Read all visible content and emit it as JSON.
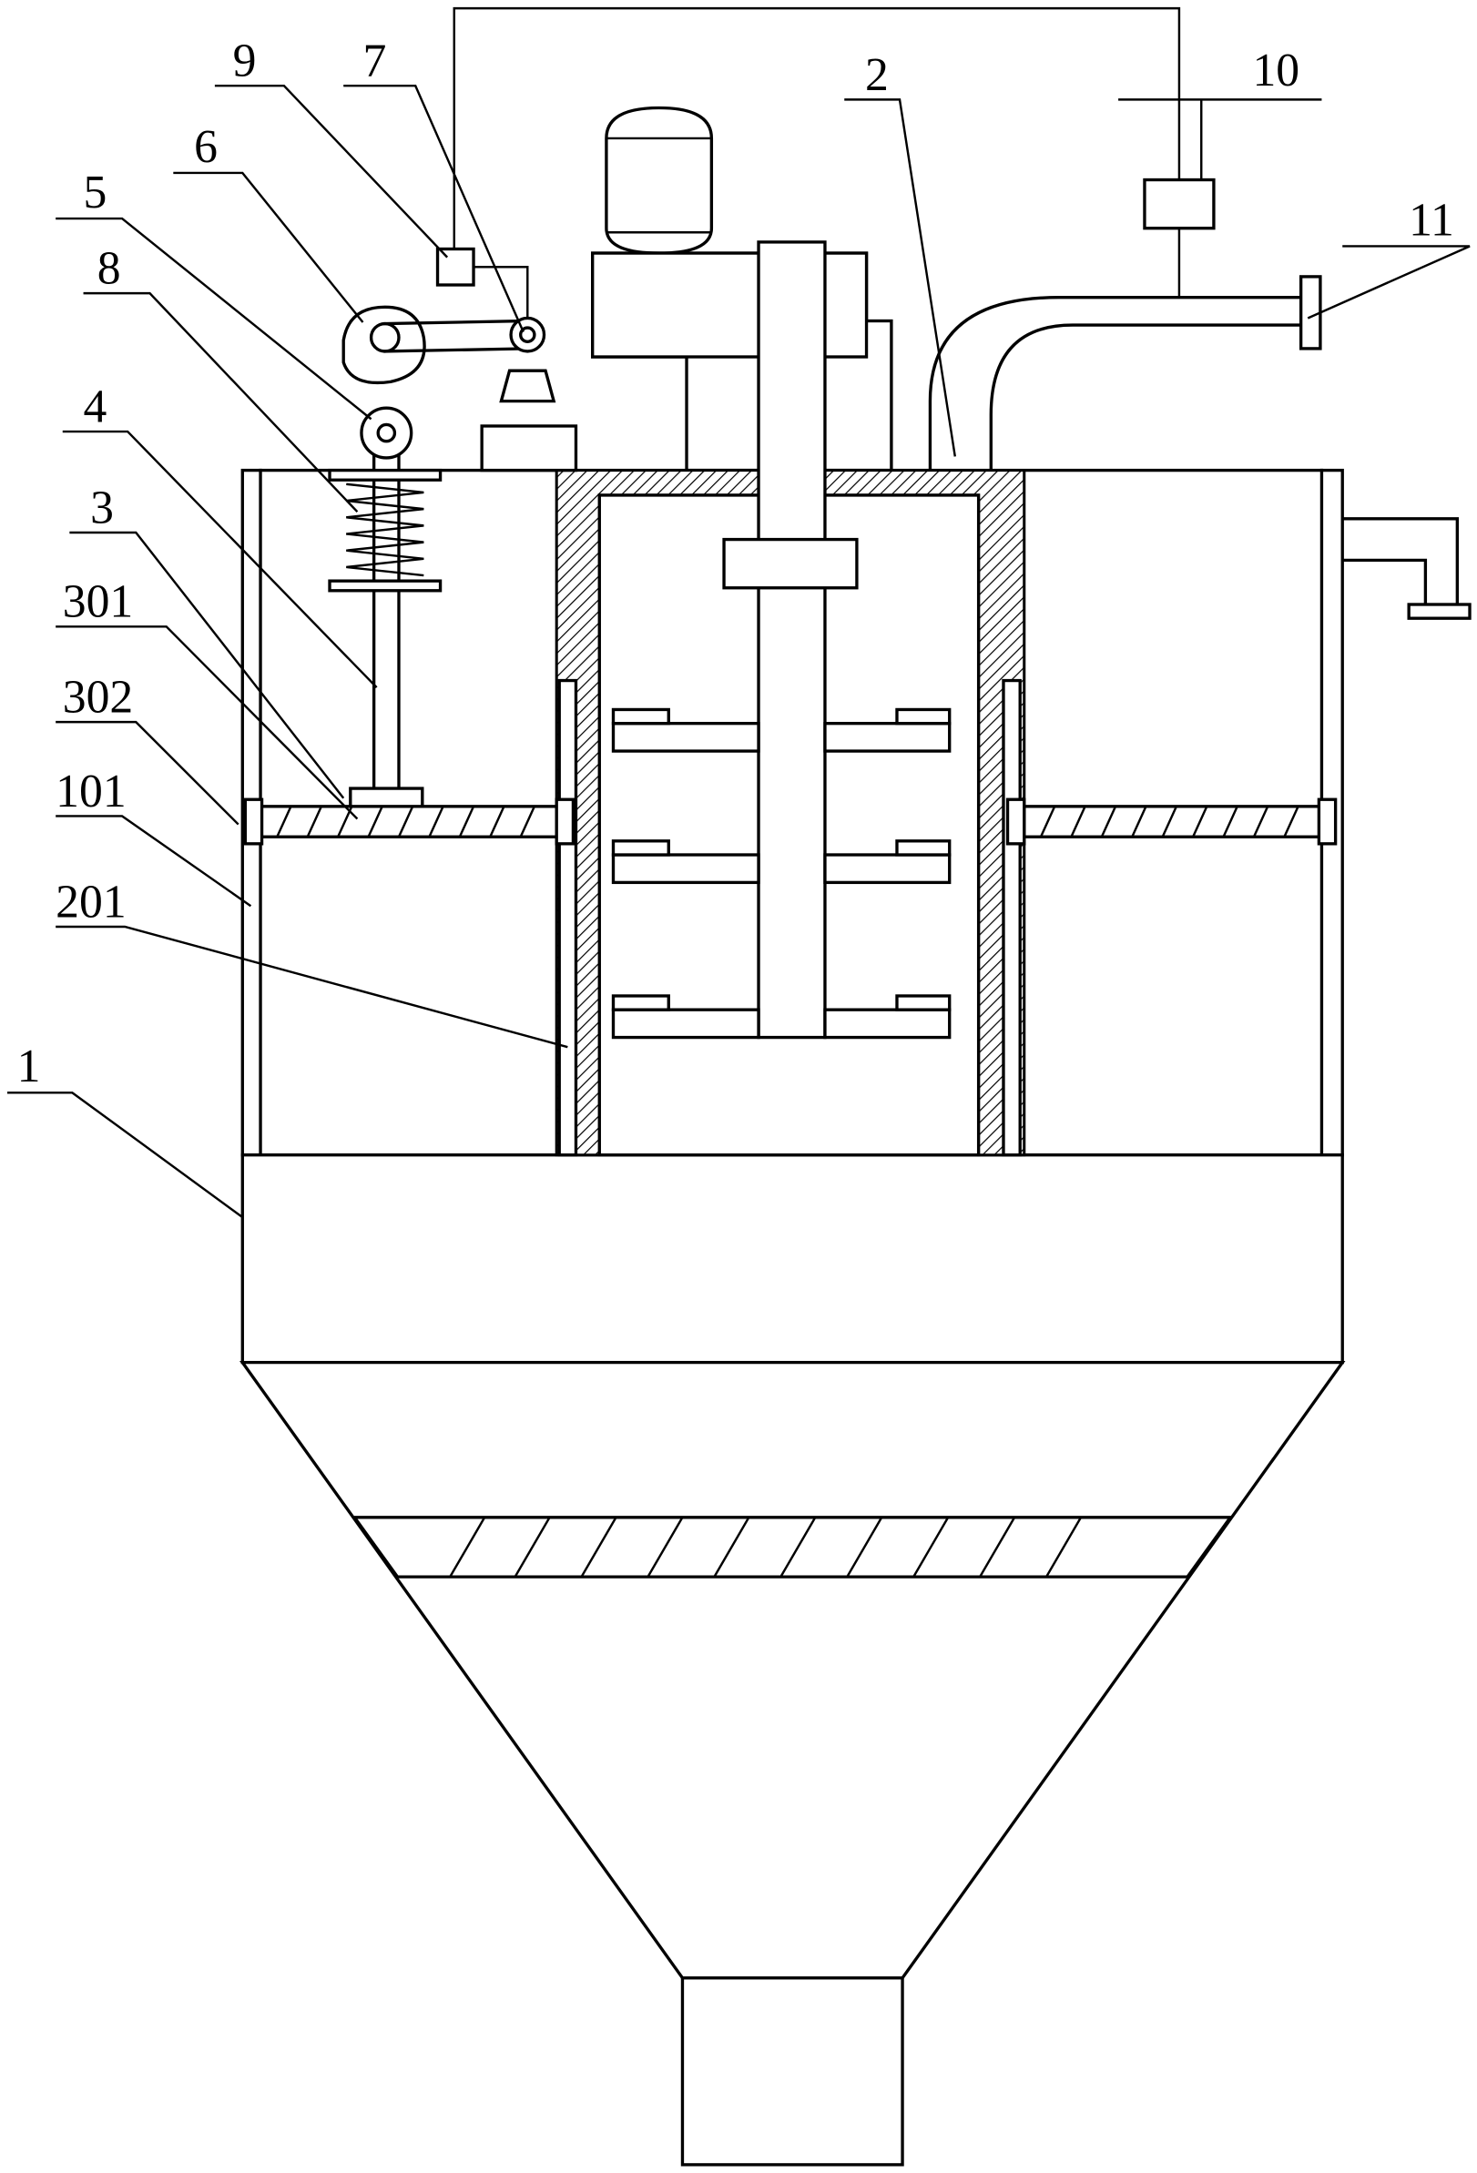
{
  "figure": {
    "labels": {
      "l1": "1",
      "l2": "2",
      "l3": "3",
      "l4": "4",
      "l5": "5",
      "l6": "6",
      "l7": "7",
      "l8": "8",
      "l9": "9",
      "l10": "10",
      "l11": "11",
      "l101": "101",
      "l201": "201",
      "l301": "301",
      "l302": "302"
    }
  }
}
